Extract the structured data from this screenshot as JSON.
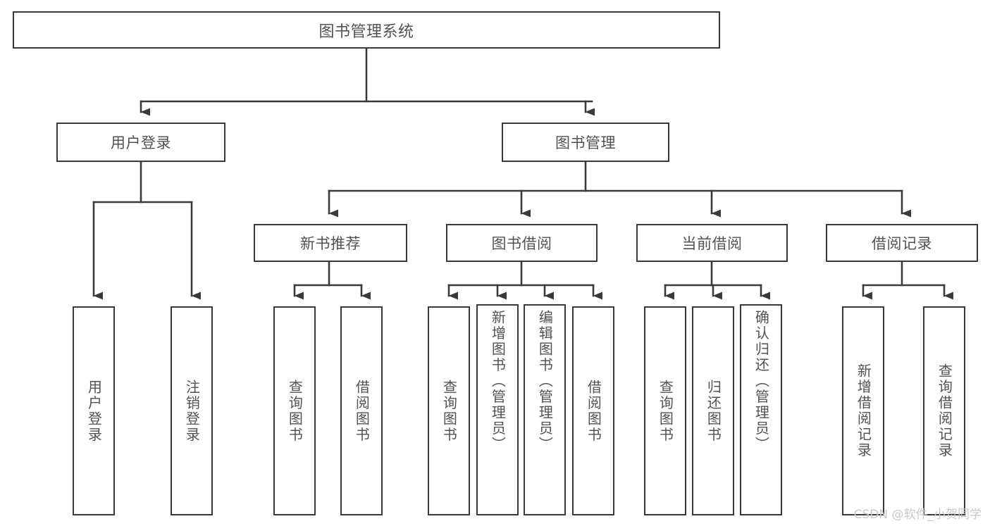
{
  "diagram": {
    "type": "tree-hierarchy-chart",
    "title": "图书管理系统",
    "stroke_color": "#3a3a3a",
    "text_color": "#53524f",
    "background": "#ffffff",
    "root": {
      "id": "root",
      "label": "图书管理系统"
    },
    "level1": [
      {
        "id": "user-login",
        "label": "用户登录"
      },
      {
        "id": "book-management",
        "label": "图书管理"
      }
    ],
    "level2": [
      {
        "id": "new-book-recommend",
        "label": "新书推荐"
      },
      {
        "id": "book-borrow",
        "label": "图书借阅"
      },
      {
        "id": "current-borrow",
        "label": "当前借阅"
      },
      {
        "id": "borrow-record",
        "label": "借阅记录"
      }
    ],
    "leaves": {
      "user_login": [
        {
          "id": "leaf-user-login",
          "label": "用户登录"
        },
        {
          "id": "leaf-logout-login",
          "label": "注销登录"
        }
      ],
      "new_book_recommend": [
        {
          "id": "leaf-query-book-1",
          "label": "查询图书"
        },
        {
          "id": "leaf-borrow-book-1",
          "label": "借阅图书"
        }
      ],
      "book_borrow": [
        {
          "id": "leaf-query-book-2",
          "label": "查询图书"
        },
        {
          "id": "leaf-add-book",
          "label": "新增图书（管理员）"
        },
        {
          "id": "leaf-edit-book",
          "label": "编辑图书（管理员）"
        },
        {
          "id": "leaf-borrow-book-2",
          "label": "借阅图书"
        }
      ],
      "current_borrow": [
        {
          "id": "leaf-query-book-3",
          "label": "查询图书"
        },
        {
          "id": "leaf-return-book",
          "label": "归还图书"
        },
        {
          "id": "leaf-confirm-return",
          "label": "确认归还（管理员）"
        }
      ],
      "borrow_record": [
        {
          "id": "leaf-add-borrow-record",
          "label": "新增借阅记录"
        },
        {
          "id": "leaf-query-borrow-record",
          "label": "查询借阅记录"
        }
      ]
    }
  },
  "watermark": {
    "text": "CSDN @软件_小贺同学"
  }
}
